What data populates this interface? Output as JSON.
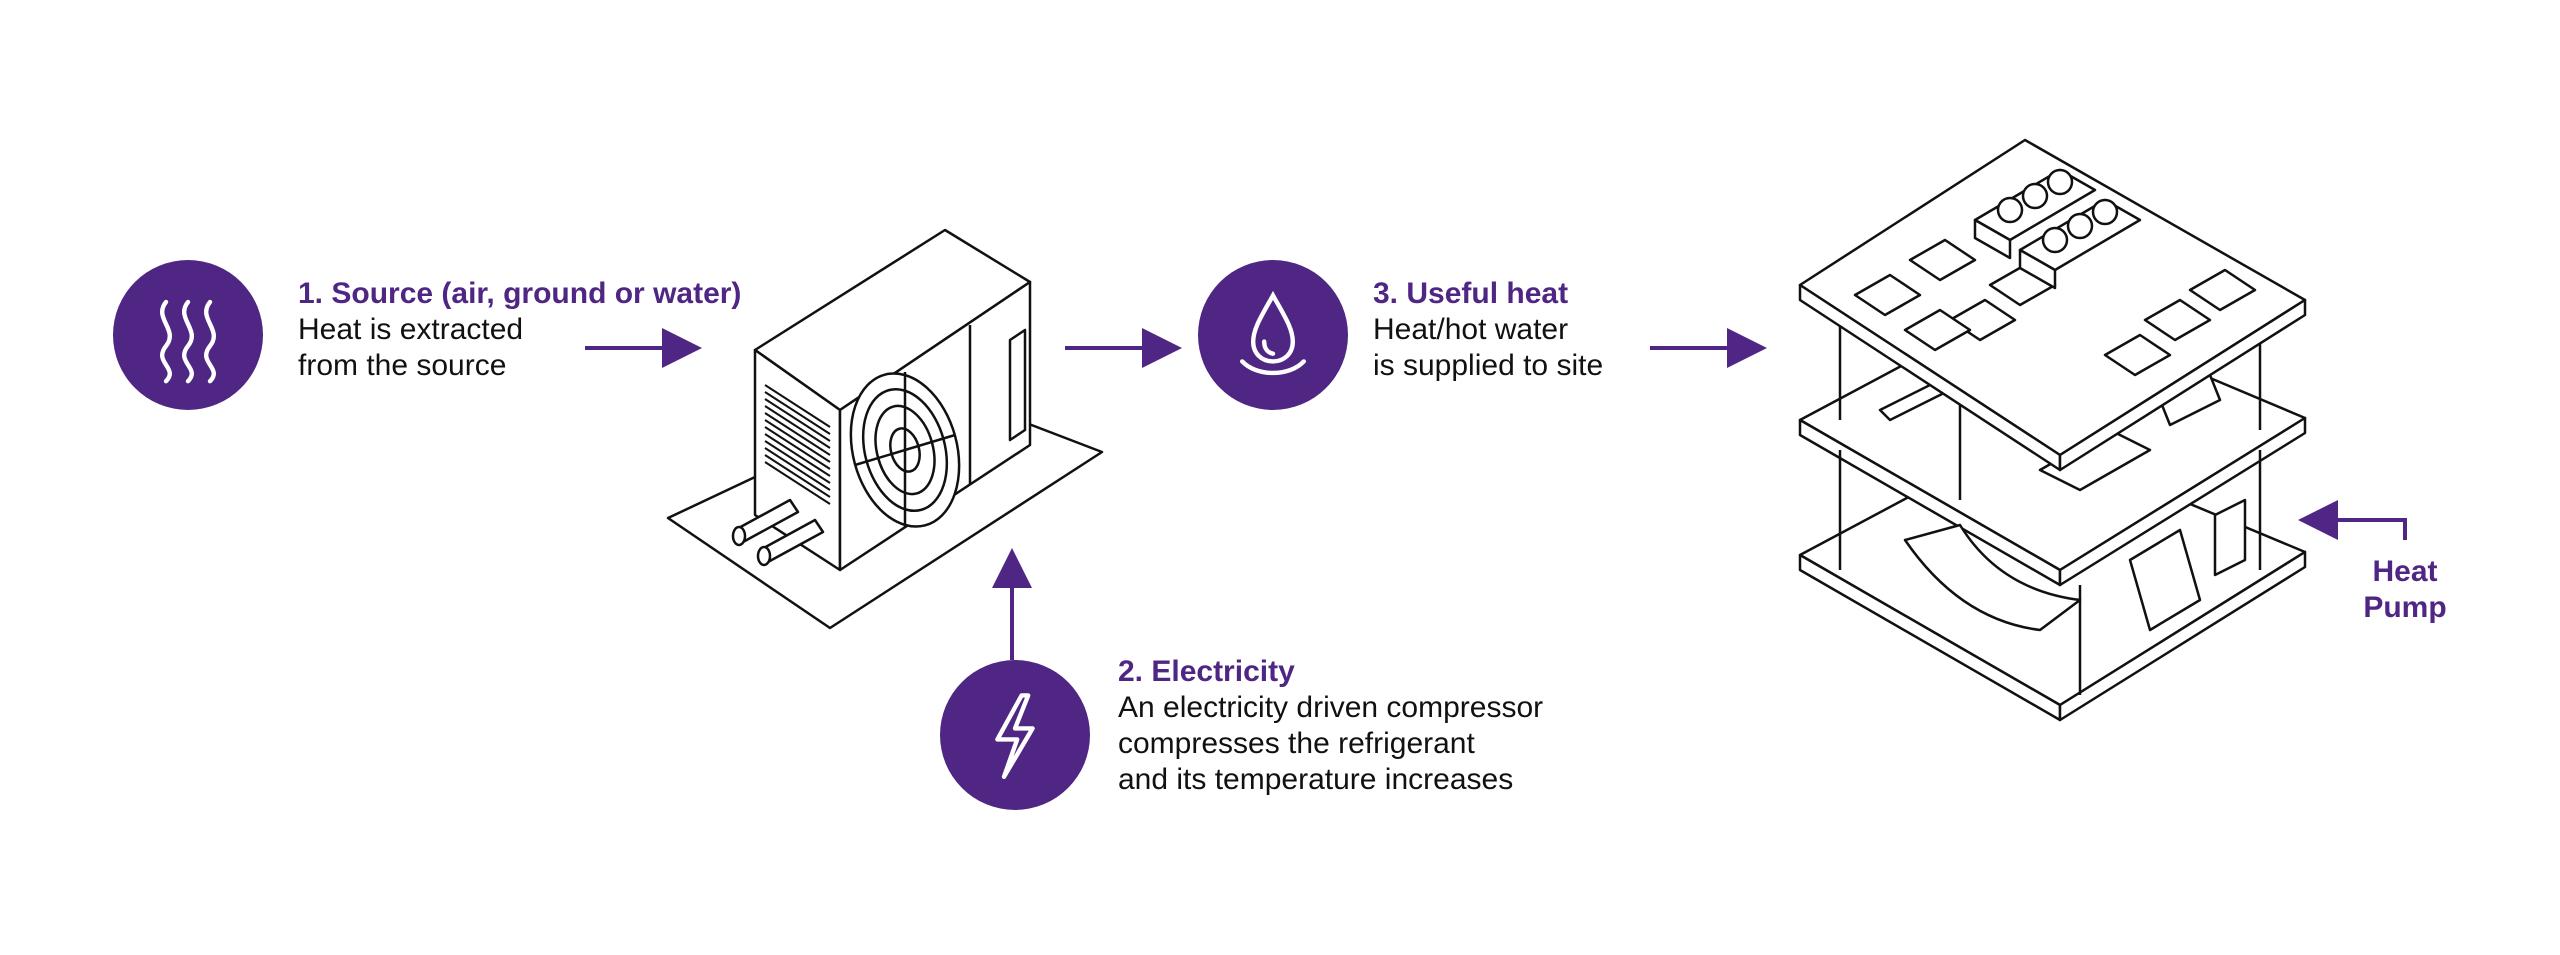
{
  "colors": {
    "accent": "#4f2683",
    "line": "#111111"
  },
  "steps": [
    {
      "icon": "heat-waves-icon",
      "title": "1. Source (air, ground or water)",
      "lines": [
        "Heat is extracted",
        "from the source"
      ]
    },
    {
      "icon": "lightning-bolt-icon",
      "title": "2. Electricity",
      "lines": [
        "An electricity driven compressor",
        "compresses the refrigerant",
        "and its temperature increases"
      ]
    },
    {
      "icon": "water-drop-icon",
      "title": "3. Useful heat",
      "lines": [
        "Heat/hot water",
        "is supplied to site"
      ]
    }
  ],
  "heat_pump_label": [
    "Heat",
    "Pump"
  ]
}
